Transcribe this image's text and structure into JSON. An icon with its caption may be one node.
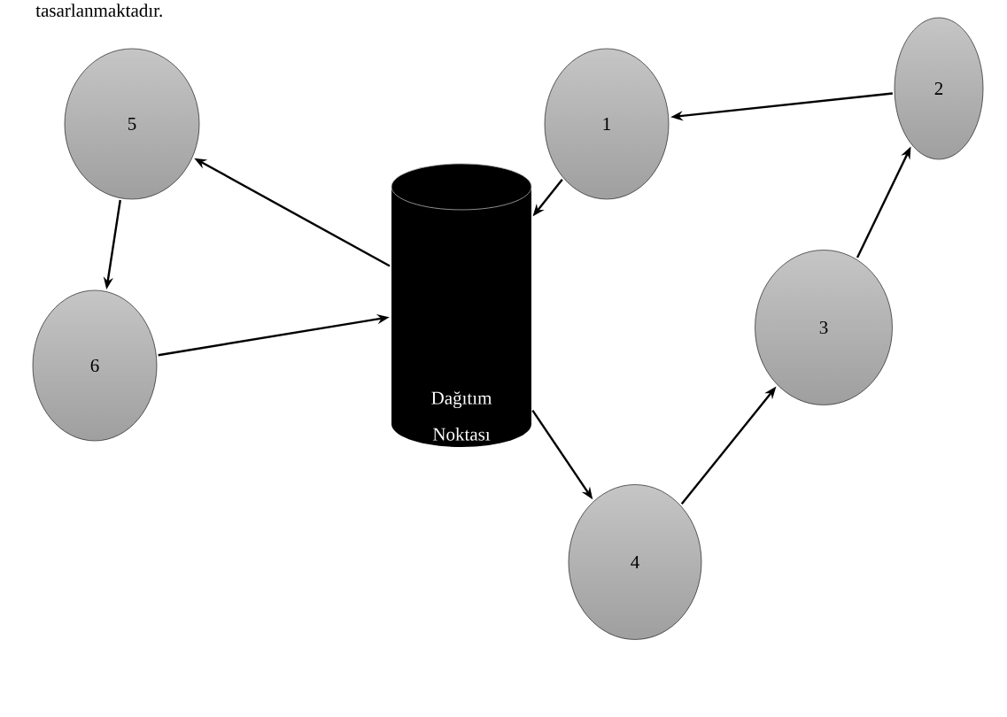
{
  "diagram": {
    "nodes": [
      {
        "text": [
          "1"
        ]
      },
      {
        "text": [
          "2"
        ]
      },
      {
        "text": [
          "3"
        ]
      },
      {
        "text": [
          "4"
        ]
      },
      {
        "text": [
          "5"
        ]
      },
      {
        "text": [
          "6"
        ]
      },
      {
        "text": [
          "Dağıtım Noktası"
        ]
      }
    ],
    "edges": [
      {
        "from": 6,
        "to": 3,
        "arrow": "to"
      },
      {
        "from": 3,
        "to": 2,
        "arrow": "to"
      },
      {
        "from": 2,
        "to": 1,
        "arrow": "to"
      },
      {
        "from": 1,
        "to": 0,
        "arrow": "to"
      },
      {
        "from": 0,
        "to": 6,
        "arrow": "to"
      },
      {
        "from": 6,
        "to": 4,
        "arrow": "to"
      },
      {
        "from": 4,
        "to": 5,
        "arrow": "to"
      },
      {
        "from": 5,
        "to": 6,
        "arrow": "to"
      }
    ],
    "labels": [
      "tasarlanmaktadır."
    ]
  }
}
